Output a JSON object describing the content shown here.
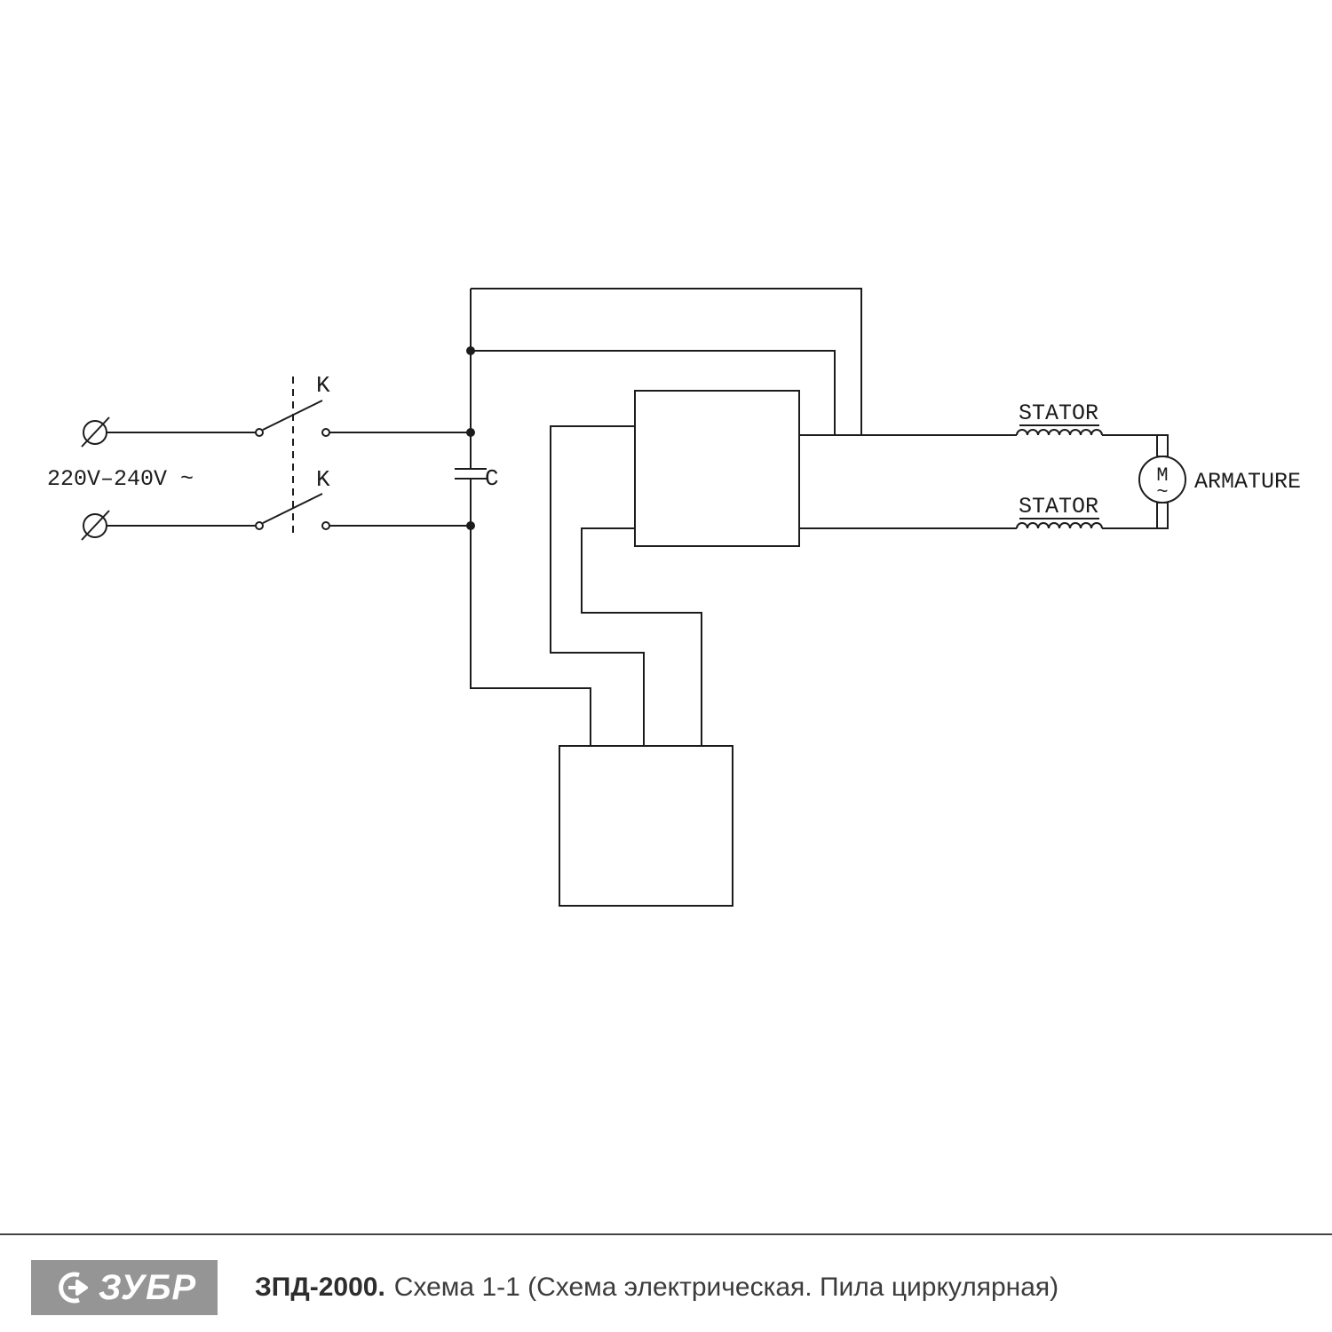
{
  "diagram": {
    "power_label": "220V–240V ~",
    "switch_labels": {
      "top": "K",
      "bottom": "K"
    },
    "capacitor_label": "C",
    "stator_labels": {
      "top": "STATOR",
      "bottom": "STATOR"
    },
    "motor": {
      "letter": "M",
      "wave": "~"
    },
    "armature_label": "ARMATURE"
  },
  "footer": {
    "brand": "ЗУБР",
    "model": "ЗПД-2000.",
    "caption": "Схема 1-1 (Схема электрическая. Пила циркулярная)"
  },
  "colors": {
    "line": "#1c1c1c",
    "logo_background": "#959595",
    "caption_text": "#3c3c3c",
    "background": "#ffffff"
  }
}
